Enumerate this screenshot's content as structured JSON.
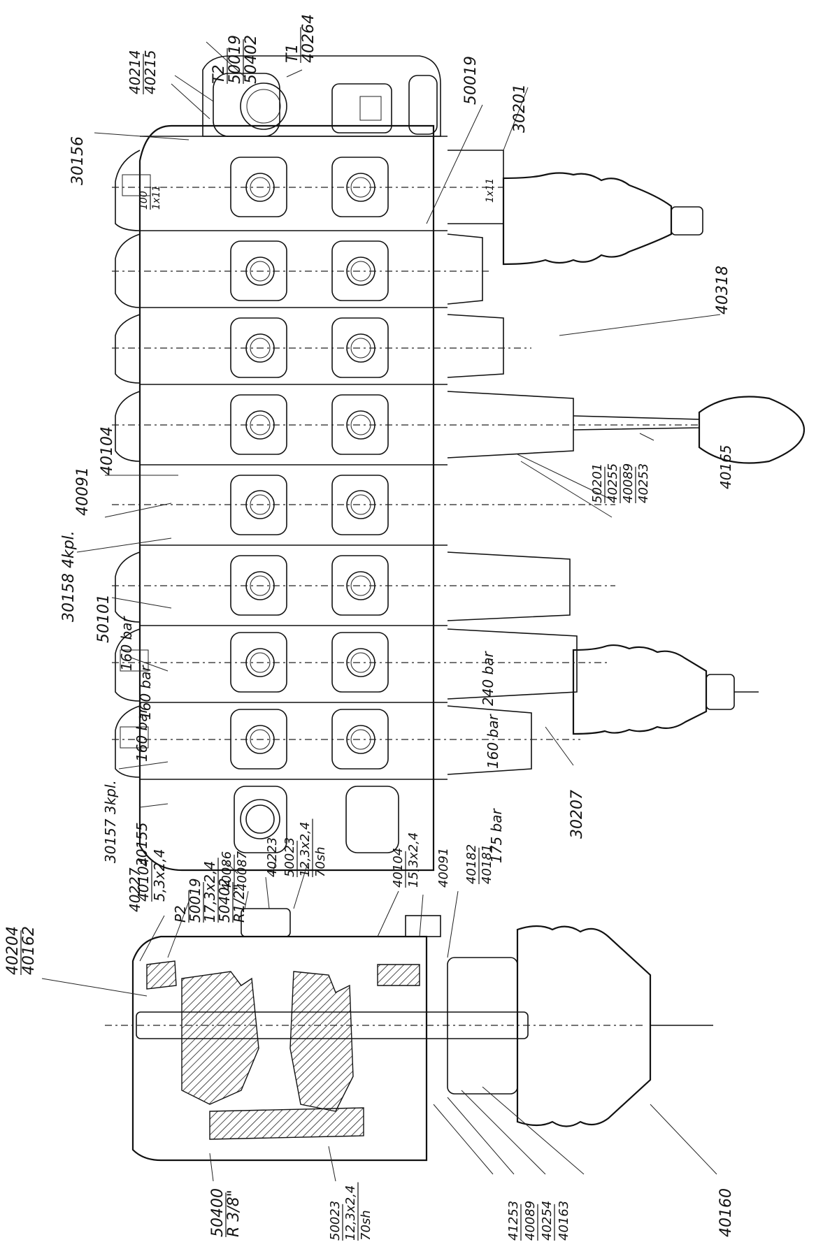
{
  "top_view": {
    "callouts": [
      {
        "id": "c01",
        "lines": [
          "T2",
          "50019",
          "50402"
        ]
      },
      {
        "id": "c02",
        "lines": [
          "T1",
          "40264"
        ]
      },
      {
        "id": "c03",
        "lines": [
          "40214",
          "40215"
        ]
      },
      {
        "id": "c04",
        "lines": [
          "50019"
        ]
      },
      {
        "id": "c05",
        "lines": [
          "30201"
        ]
      },
      {
        "id": "c06",
        "lines": [
          "30156"
        ]
      },
      {
        "id": "c07",
        "lines": [
          "40318"
        ]
      },
      {
        "id": "c08",
        "lines": [
          "40104"
        ]
      },
      {
        "id": "c09",
        "lines": [
          "40091"
        ]
      },
      {
        "id": "c10",
        "lines": [
          "30158 4kpl."
        ]
      },
      {
        "id": "c11",
        "lines": [
          "50201",
          "40255",
          "40089",
          "40253"
        ]
      },
      {
        "id": "c12",
        "lines": [
          "40165"
        ]
      },
      {
        "id": "c13",
        "lines": [
          "50101"
        ]
      },
      {
        "id": "c14",
        "lines": [
          "160 bar"
        ]
      },
      {
        "id": "c15",
        "lines": [
          "160 bar"
        ]
      },
      {
        "id": "c16",
        "lines": [
          "160 bar"
        ]
      },
      {
        "id": "c17",
        "lines": [
          "240 bar"
        ]
      },
      {
        "id": "c18",
        "lines": [
          "160 bar"
        ]
      },
      {
        "id": "c19",
        "lines": [
          "175 bar"
        ]
      },
      {
        "id": "c20",
        "lines": [
          "30207"
        ]
      },
      {
        "id": "c21",
        "lines": [
          "30157 3kpl."
        ]
      },
      {
        "id": "c22",
        "lines": [
          "30155"
        ]
      },
      {
        "id": "c23",
        "lines": [
          "P2",
          "50019",
          "17,3x2,4",
          "50402",
          "R1/2\""
        ]
      },
      {
        "id": "c24",
        "lines": [
          "100",
          "1x11"
        ]
      },
      {
        "id": "c25",
        "lines": [
          "1x11"
        ]
      }
    ]
  },
  "section_view": {
    "callouts": [
      {
        "id": "s01",
        "lines": [
          "40204",
          "40162"
        ]
      },
      {
        "id": "s02",
        "lines": [
          "40227"
        ]
      },
      {
        "id": "s03",
        "lines": [
          "40104",
          "5,3x2,4"
        ]
      },
      {
        "id": "s04",
        "lines": [
          "40086",
          "40087"
        ]
      },
      {
        "id": "s05",
        "lines": [
          "40223"
        ]
      },
      {
        "id": "s06",
        "lines": [
          "50023",
          "12,3x2,4",
          "70sh"
        ]
      },
      {
        "id": "s07",
        "lines": [
          "40104",
          "15,3x2,4"
        ]
      },
      {
        "id": "s08",
        "lines": [
          "40091"
        ]
      },
      {
        "id": "s09",
        "lines": [
          "40182",
          "40181"
        ]
      },
      {
        "id": "s10",
        "lines": [
          "50400",
          "R 3/8\""
        ]
      },
      {
        "id": "s11",
        "lines": [
          "50023",
          "12,3x2,4",
          "70sh"
        ]
      },
      {
        "id": "s12",
        "lines": [
          "41253",
          "40089",
          "40254",
          "40163"
        ]
      },
      {
        "id": "s13",
        "lines": [
          "40160"
        ]
      }
    ]
  }
}
